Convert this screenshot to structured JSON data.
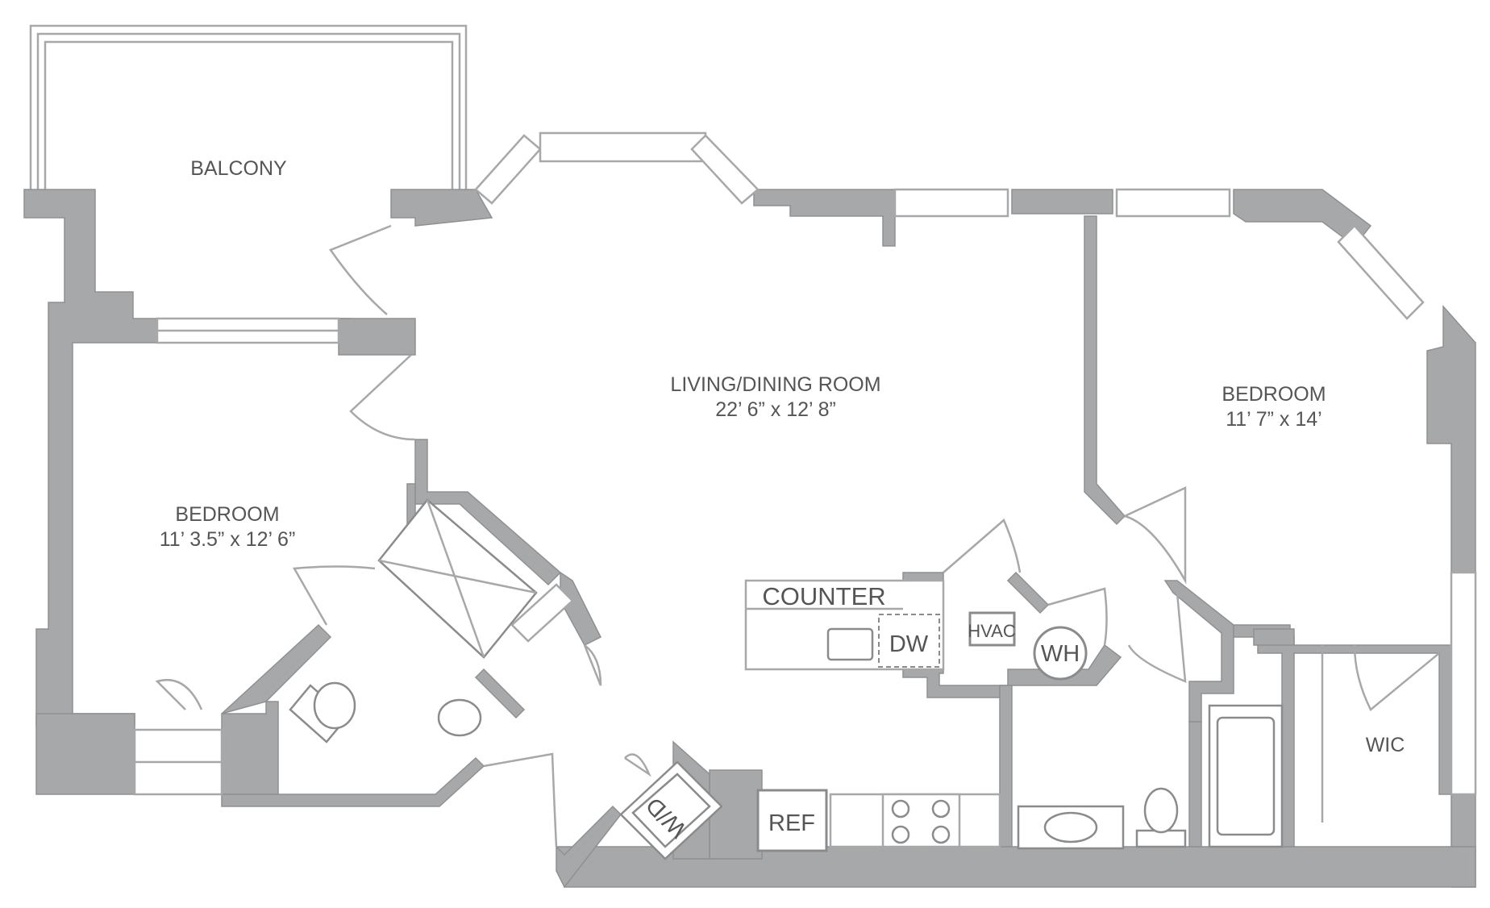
{
  "labels": {
    "balcony": "BALCONY",
    "living_name": "LIVING/DINING ROOM",
    "living_dim": "22’ 6” x 12’ 8”",
    "bedroom_left_name": "BEDROOM",
    "bedroom_left_dim": "11’ 3.5” x 12’ 6”",
    "bedroom_right_name": "BEDROOM",
    "bedroom_right_dim": "11’ 7” x 14’",
    "counter": "COUNTER",
    "dishwasher": "DW",
    "hvac": "HVAC",
    "water_heater": "WH",
    "washer_dryer": "W/D",
    "refrigerator": "REF",
    "walk_in_closet": "WIC"
  },
  "colors": {
    "wall": "#a7a8aa",
    "fixture_stroke": "#8a8b8d",
    "text": "#555555",
    "background": "#ffffff"
  }
}
